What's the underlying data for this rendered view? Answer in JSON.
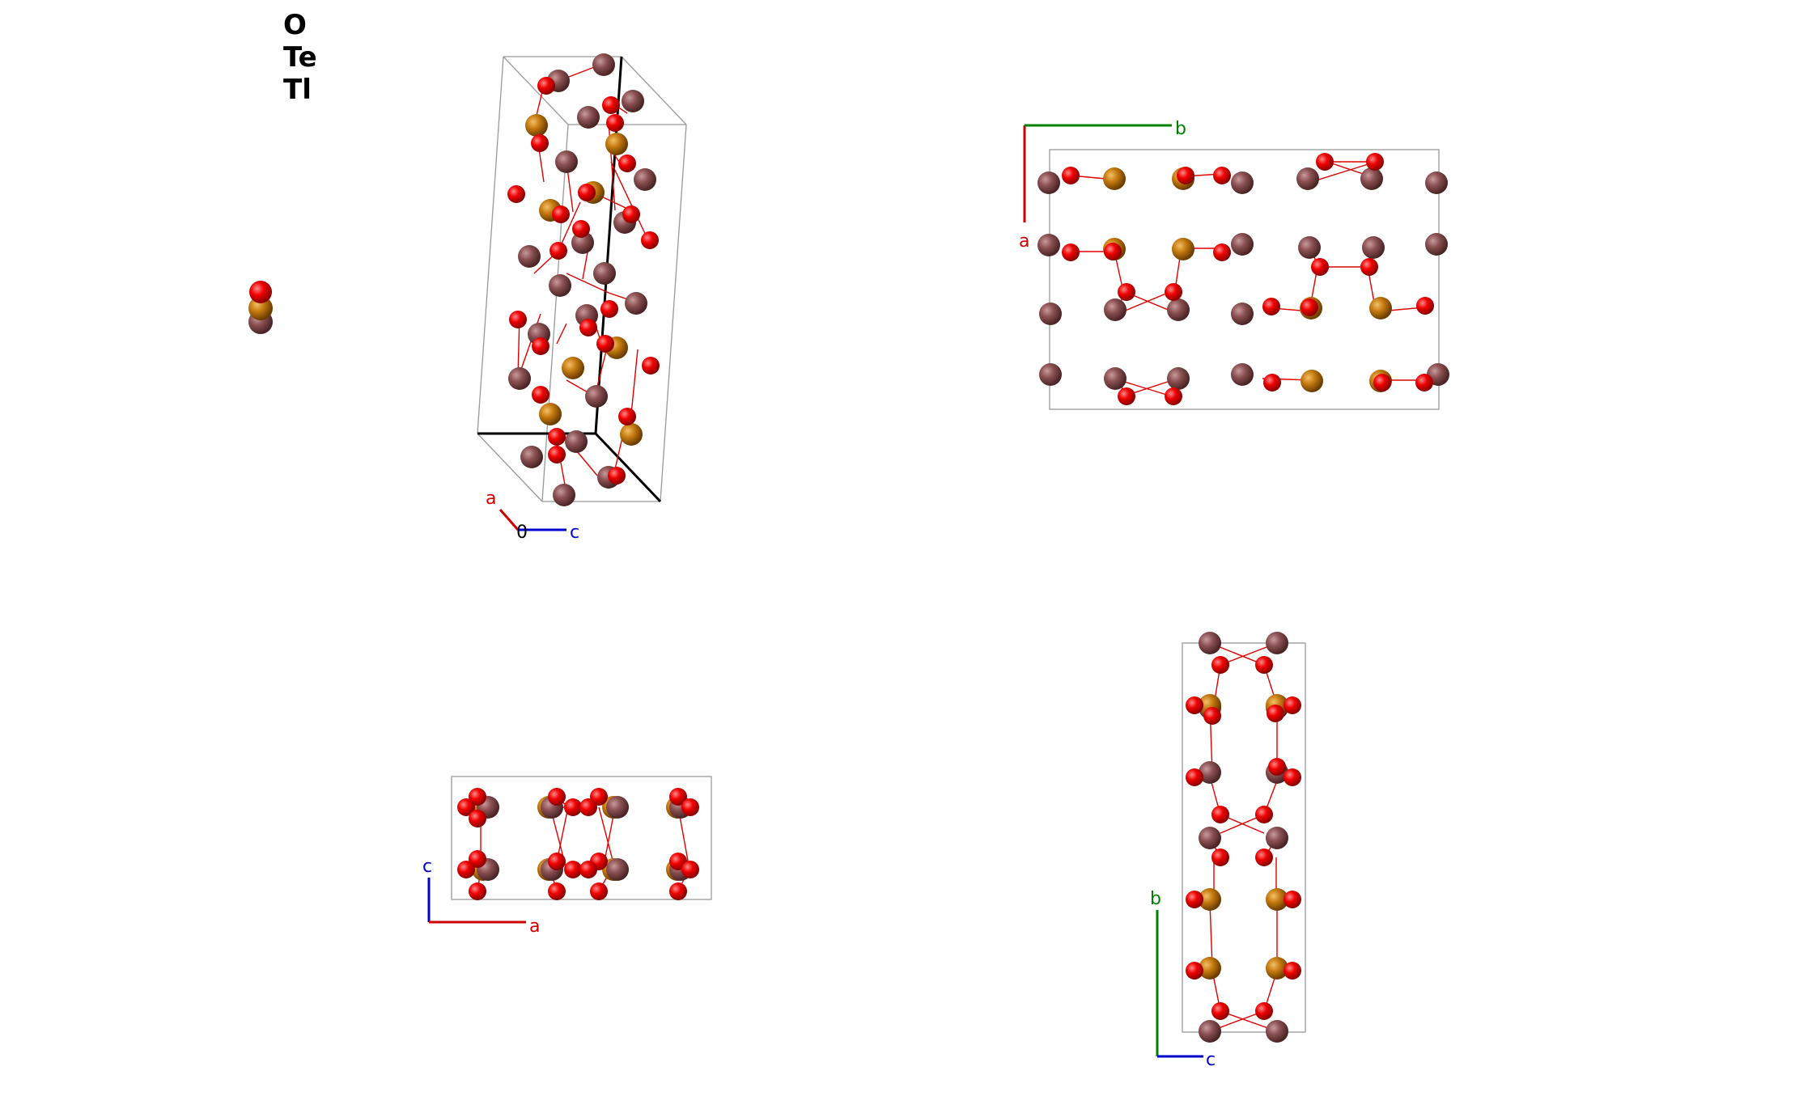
{
  "legend": {
    "elements": [
      {
        "symbol": "O",
        "color": "#e8000b"
      },
      {
        "symbol": "Te",
        "color": "#b85c00"
      },
      {
        "symbol": "Tl",
        "color": "#8b4f50"
      }
    ]
  },
  "views": {
    "perspective": {
      "axis_labels": {
        "a": "a",
        "origin": "0",
        "c": "c"
      }
    },
    "top_right": {
      "axis_labels": {
        "a": "a",
        "b": "b"
      }
    },
    "bottom_left": {
      "axis_labels": {
        "c": "c",
        "a": "a"
      }
    },
    "bottom_right": {
      "axis_labels": {
        "b": "b",
        "c": "c"
      }
    }
  },
  "colors": {
    "O": "#e8000b",
    "Te": "#c57a10",
    "Tl": "#8a5052",
    "axis_a": "#d00000",
    "axis_b": "#008000",
    "axis_c": "#0000cc",
    "bond": "#e00000",
    "cell": "#999999"
  }
}
